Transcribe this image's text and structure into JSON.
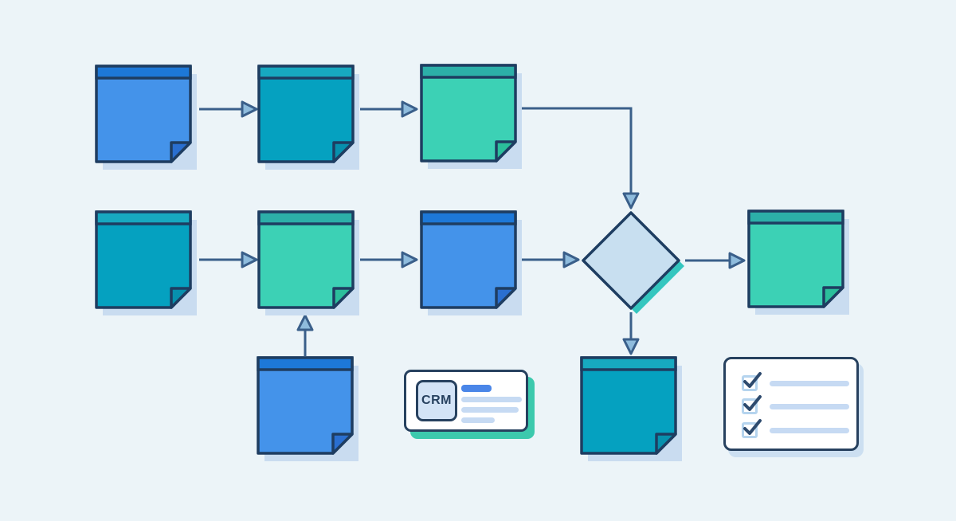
{
  "scene": {
    "background": "#ecf4f8",
    "description": "Flowchart illustration: sticky notes connected by arrows through a decision diamond, with a CRM contact card and a checklist card"
  },
  "palette": {
    "ink": "#1e3d61",
    "line": "#3a5f8a",
    "arrowhead_fill": "#8fbcdd",
    "note_shadow": "#c9dcf0",
    "blue": {
      "body": "#4493ea",
      "header": "#1d78d8",
      "fold": "#2a6fd0"
    },
    "teal": {
      "body": "#05a1c0",
      "header": "#17a9c0",
      "fold": "#0790ad"
    },
    "green": {
      "body": "#3cd1b5",
      "header": "#2cafa8",
      "fold": "#2bbf9b"
    },
    "diamond": {
      "fill": "#c8dff0",
      "accent": "#35c6bf"
    },
    "card": {
      "bg": "#ffffff",
      "border": "#27415f",
      "crm_shadow": "#3cc9ad",
      "check_shadow": "#ccdff1",
      "chip_bg": "#d3e3f6",
      "bar_blue": "#4a86e8",
      "bar_light": "#c6daf3",
      "checkbox_border": "#b5d4ee",
      "check_mark": "#2d4a6e"
    }
  },
  "crm_card": {
    "label": "CRM",
    "bar_count": 4
  },
  "checklist_card": {
    "row_count": 3,
    "all_checked": true
  },
  "diagram": {
    "nodes": [
      {
        "id": "r1n1",
        "shape": "sticky-note",
        "color": "blue"
      },
      {
        "id": "r1n2",
        "shape": "sticky-note",
        "color": "teal"
      },
      {
        "id": "r1n3",
        "shape": "sticky-note",
        "color": "green"
      },
      {
        "id": "r2n1",
        "shape": "sticky-note",
        "color": "teal"
      },
      {
        "id": "r2n2",
        "shape": "sticky-note",
        "color": "green"
      },
      {
        "id": "r2n3",
        "shape": "sticky-note",
        "color": "blue"
      },
      {
        "id": "decision",
        "shape": "diamond",
        "color": "light-blue"
      },
      {
        "id": "r2n4",
        "shape": "sticky-note",
        "color": "green"
      },
      {
        "id": "r3n1",
        "shape": "sticky-note",
        "color": "blue"
      },
      {
        "id": "r3n2",
        "shape": "sticky-note",
        "color": "teal"
      },
      {
        "id": "crm-card",
        "shape": "card",
        "label": "CRM"
      },
      {
        "id": "checklist-card",
        "shape": "card",
        "label": "checklist"
      }
    ],
    "edges": [
      {
        "from": "r1n1",
        "to": "r1n2"
      },
      {
        "from": "r1n2",
        "to": "r1n3"
      },
      {
        "from": "r1n3",
        "to": "decision",
        "route": "elbow-right-down"
      },
      {
        "from": "r2n1",
        "to": "r2n2"
      },
      {
        "from": "r2n2",
        "to": "r2n3"
      },
      {
        "from": "r2n3",
        "to": "decision"
      },
      {
        "from": "decision",
        "to": "r2n4"
      },
      {
        "from": "decision",
        "to": "r3n2"
      },
      {
        "from": "r3n1",
        "to": "r2n2",
        "direction": "up"
      }
    ]
  }
}
